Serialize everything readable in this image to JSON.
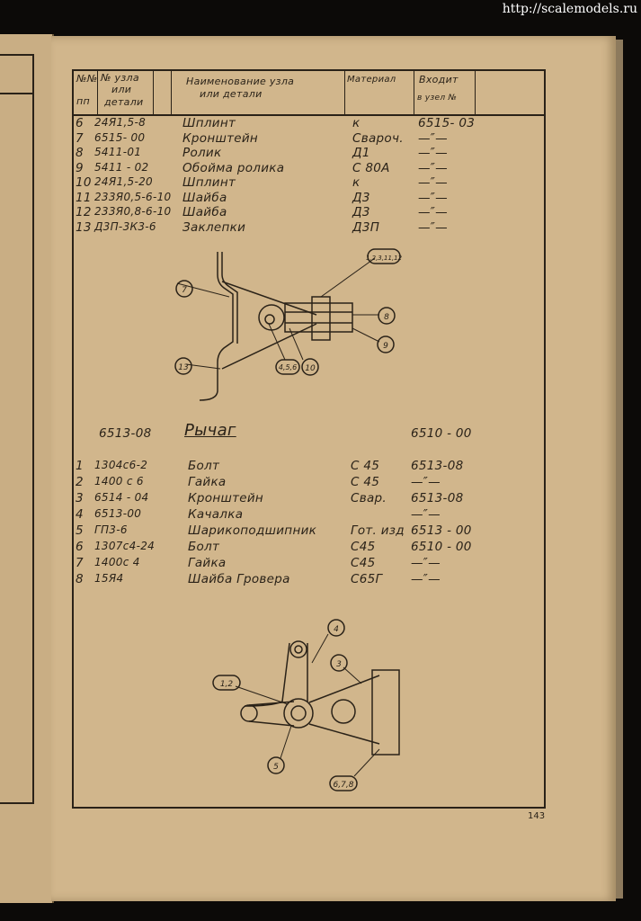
{
  "watermark": "http://scalemodels.ru",
  "page_number": "143",
  "header": {
    "col_num": "№№ пп",
    "col_num_top": "№№",
    "col_num_bottom": "пп",
    "col_part_1": "№ узла",
    "col_part_2": "или",
    "col_part_3": "детали",
    "col_name_1": "Наименование узла",
    "col_name_2": "или детали",
    "col_material": "Материал",
    "col_assembly_1": "Входит",
    "col_assembly_2": "в узел №"
  },
  "table1": [
    {
      "n": "6",
      "part": "24Я1,5-8",
      "name": "Шплинт",
      "material": "к",
      "assembly": "6515- 03"
    },
    {
      "n": "7",
      "part": "6515- 00",
      "name": "Кронштейн",
      "material": "Свароч.",
      "assembly": "—″—"
    },
    {
      "n": "8",
      "part": "5411-01",
      "name": "Ролик",
      "material": "Д1",
      "assembly": "—″—"
    },
    {
      "n": "9",
      "part": "5411 - 02",
      "name": "Обойма ролика",
      "material": "С 80А",
      "assembly": "—″—"
    },
    {
      "n": "10",
      "part": "24Я1,5-20",
      "name": "Шплинт",
      "material": "к",
      "assembly": "—″—"
    },
    {
      "n": "11",
      "part": "233Я0,5-6-10",
      "name": "Шайба",
      "material": "Д3",
      "assembly": "—″—"
    },
    {
      "n": "12",
      "part": "233Я0,8-6-10",
      "name": "Шайба",
      "material": "Д3",
      "assembly": "—″—"
    },
    {
      "n": "13",
      "part": "Д3П-3К3-6",
      "name": "Заклепки",
      "material": "Д3П",
      "assembly": "—″—"
    }
  ],
  "drawing1_callouts": [
    "7",
    "1,2,3,11,12",
    "8",
    "9",
    "13",
    "4,5,6",
    "10"
  ],
  "section2": {
    "part": "6513-08",
    "title": "Рычаг",
    "assembly": "6510 - 00"
  },
  "table2": [
    {
      "n": "1",
      "part": "1304с6-2",
      "name": "Болт",
      "material": "С 45",
      "assembly": "6513-08"
    },
    {
      "n": "2",
      "part": "1400 с 6",
      "name": "Гайка",
      "material": "С 45",
      "assembly": "—″—"
    },
    {
      "n": "3",
      "part": "6514 - 04",
      "name": "Кронштейн",
      "material": "Свар.",
      "assembly": "6513-08"
    },
    {
      "n": "4",
      "part": "6513-00",
      "name": "Качалка",
      "material": "",
      "assembly": "—″—"
    },
    {
      "n": "5",
      "part": "ГП3-6",
      "name": "Шарикоподшипник",
      "material": "Гот. изд",
      "assembly": "6513 - 00"
    },
    {
      "n": "6",
      "part": "1307с4-24",
      "name": "Болт",
      "material": "С45",
      "assembly": "6510 - 00"
    },
    {
      "n": "7",
      "part": "1400с 4",
      "name": "Гайка",
      "material": "С45",
      "assembly": "—″—"
    },
    {
      "n": "8",
      "part": "15Я4",
      "name": "Шайба Гровера",
      "material": "С65Г",
      "assembly": "—″—"
    }
  ],
  "drawing2_callouts": [
    "4",
    "3",
    "1,2",
    "5",
    "6,7,8"
  ]
}
